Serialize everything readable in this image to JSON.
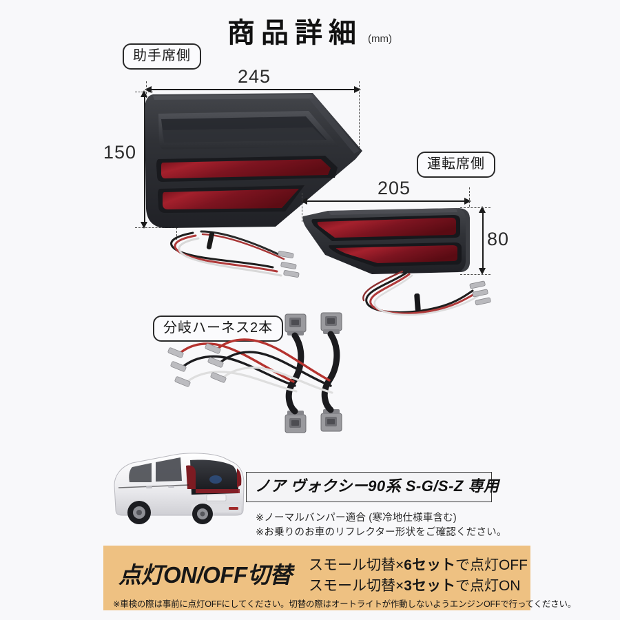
{
  "page": {
    "background_color": "#f8f8fa",
    "title": "商品詳細",
    "unit_label": "(mm)"
  },
  "parts": {
    "passenger": {
      "chip_label": "助手席側",
      "width_mm": "245",
      "height_mm": "150",
      "body_color": "#2b2c30",
      "reflector_color": "#8c1420"
    },
    "driver": {
      "chip_label": "運転席側",
      "width_mm": "205",
      "height_mm": "80",
      "body_color": "#2b2c30",
      "reflector_color": "#8c1420"
    },
    "harness": {
      "chip_label": "分岐ハーネス2本",
      "wire_colors": [
        "#c0392b",
        "#1a1a1a",
        "#e8e8e8"
      ],
      "connector_color": "#8d8d8d"
    }
  },
  "vehicle": {
    "model_label": "ノア ヴォクシー90系 S-G/S-Z 専用",
    "notes": [
      "※ノーマルバンパー適合 (寒冷地仕様車含む)",
      "※お乗りのお車のリフレクター形状をご確認ください。"
    ],
    "body_color": "#f0f0f2"
  },
  "switch_banner": {
    "background_color": "#eec182",
    "title": "点灯ON/OFF切替",
    "line1_pre": "スモール切替×",
    "line1_count": "6セット",
    "line1_post": "で点灯OFF",
    "line2_pre": "スモール切替×",
    "line2_count": "3セット",
    "line2_post": "で点灯ON",
    "note": "※車検の際は事前に点灯OFFにしてください。切替の際はオートライトが作動しないようエンジンOFFで行ってください。"
  }
}
